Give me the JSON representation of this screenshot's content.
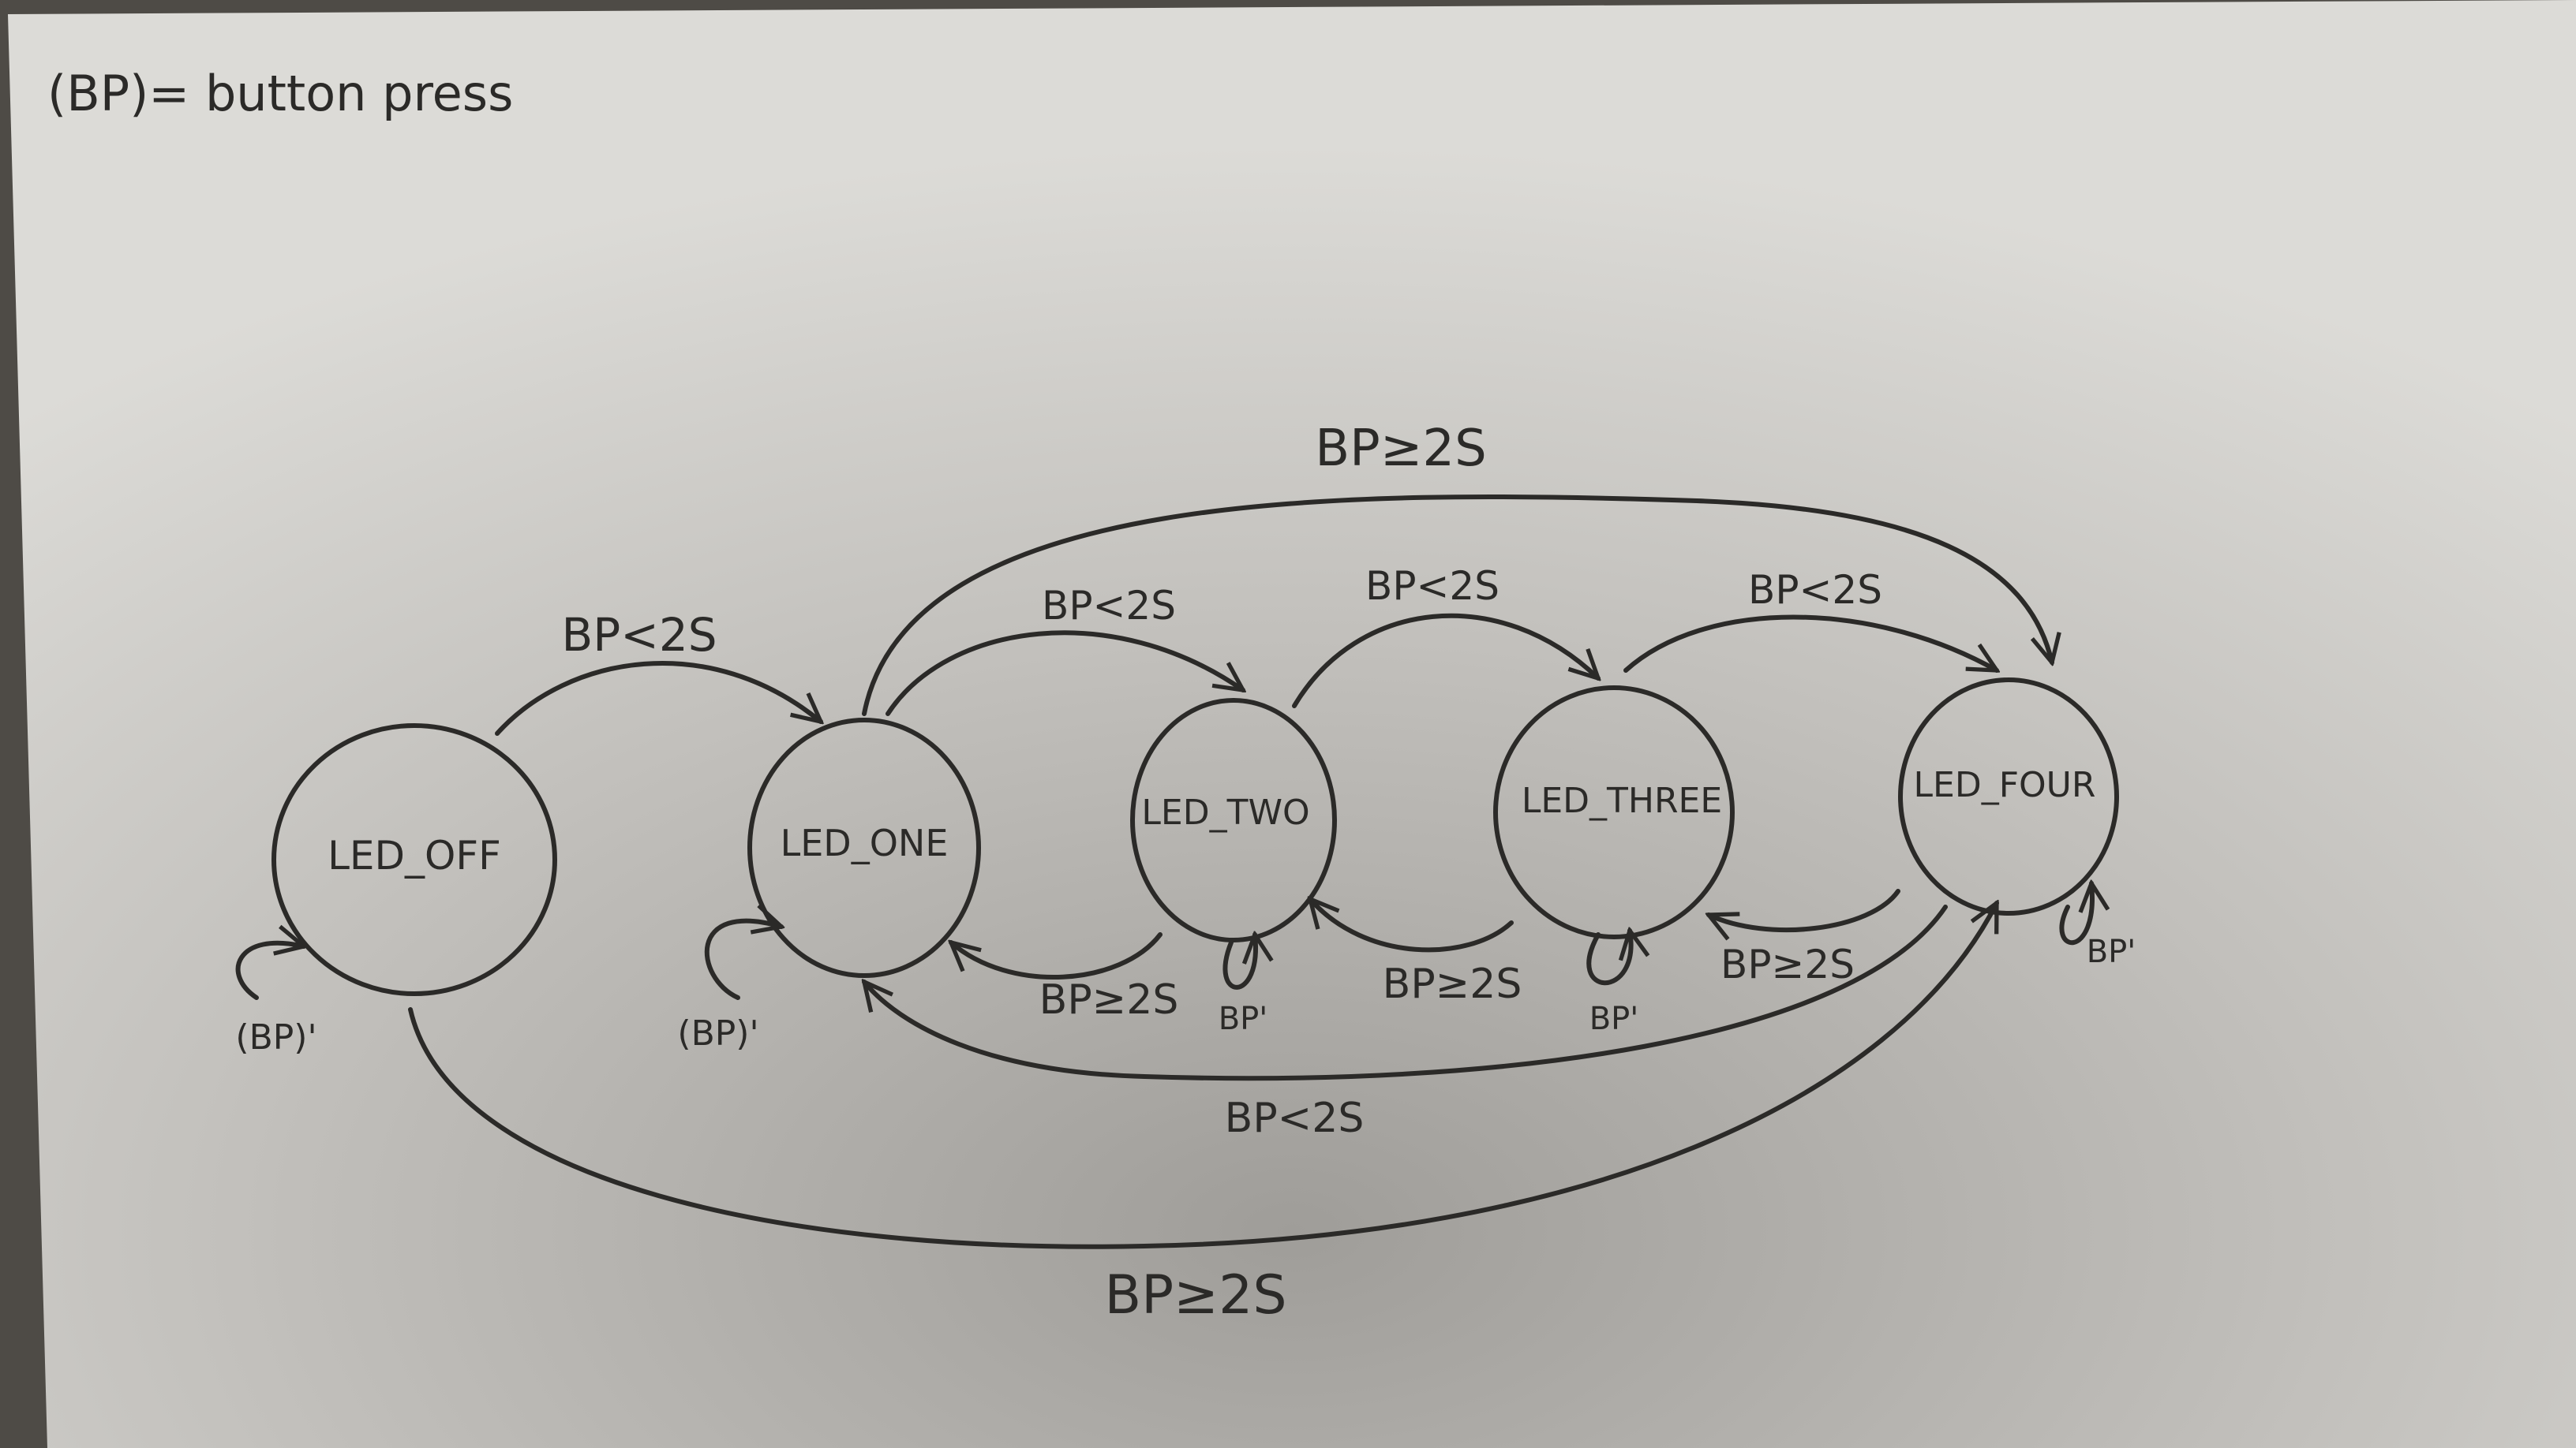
{
  "note": "(BP)= button press",
  "colors": {
    "paper": "#d6d5d1",
    "ink": "#2b2a28",
    "background": "#4e4b46"
  },
  "states": [
    {
      "id": "off",
      "label": "LED_OFF"
    },
    {
      "id": "one",
      "label": "LED_ONE"
    },
    {
      "id": "two",
      "label": "LED_TWO"
    },
    {
      "id": "three",
      "label": "LED_THREE"
    },
    {
      "id": "four",
      "label": "LED_FOUR"
    }
  ],
  "transitions": [
    {
      "id": "off-one",
      "from": "LED_OFF",
      "to": "LED_ONE",
      "label": "BP<2S"
    },
    {
      "id": "one-two",
      "from": "LED_ONE",
      "to": "LED_TWO",
      "label": "BP<2S"
    },
    {
      "id": "two-three",
      "from": "LED_TWO",
      "to": "LED_THREE",
      "label": "BP<2S"
    },
    {
      "id": "three-four",
      "from": "LED_THREE",
      "to": "LED_FOUR",
      "label": "BP<2S"
    },
    {
      "id": "one-four-top",
      "from": "LED_ONE",
      "to": "LED_FOUR",
      "label": "BP≥2S"
    },
    {
      "id": "two-one",
      "from": "LED_TWO",
      "to": "LED_ONE",
      "label": "BP≥2S"
    },
    {
      "id": "three-two",
      "from": "LED_THREE",
      "to": "LED_TWO",
      "label": "BP≥2S"
    },
    {
      "id": "four-three",
      "from": "LED_FOUR",
      "to": "LED_THREE",
      "label": "BP≥2S"
    },
    {
      "id": "four-one",
      "from": "LED_FOUR",
      "to": "LED_ONE",
      "label": "BP<2S"
    },
    {
      "id": "off-four",
      "from": "LED_OFF",
      "to": "LED_FOUR",
      "label": "BP≥2S"
    }
  ],
  "self_loops": [
    {
      "id": "off",
      "state": "LED_OFF",
      "label": "(BP)'"
    },
    {
      "id": "one",
      "state": "LED_ONE",
      "label": "(BP)'"
    },
    {
      "id": "two",
      "state": "LED_TWO",
      "label": "BP'"
    },
    {
      "id": "three",
      "state": "LED_THREE",
      "label": "BP'"
    },
    {
      "id": "four",
      "state": "LED_FOUR",
      "label": "BP'"
    }
  ]
}
